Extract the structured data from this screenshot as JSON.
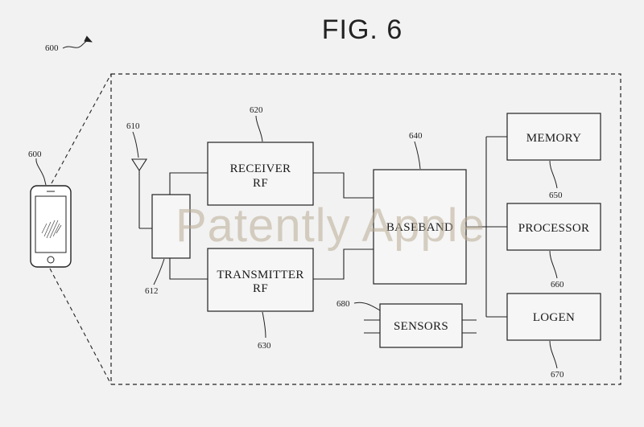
{
  "figure": {
    "title": "FIG. 6",
    "device_ref": "600",
    "device_ref_2": "600"
  },
  "blocks": {
    "receiver": {
      "line1": "RECEIVER",
      "line2": "RF",
      "ref": "620"
    },
    "transmitter": {
      "line1": "TRANSMITTER",
      "line2": "RF",
      "ref": "630"
    },
    "baseband": {
      "label": "BASEBAND",
      "ref": "640"
    },
    "memory": {
      "label": "MEMORY",
      "ref": "650"
    },
    "processor": {
      "label": "PROCESSOR",
      "ref": "660"
    },
    "logen": {
      "label": "LOGEN",
      "ref": "670"
    },
    "sensors": {
      "label": "SENSORS",
      "ref": "680"
    },
    "antenna": {
      "ref": "610"
    },
    "switch": {
      "ref": "612"
    }
  },
  "watermark": "Patently Apple"
}
